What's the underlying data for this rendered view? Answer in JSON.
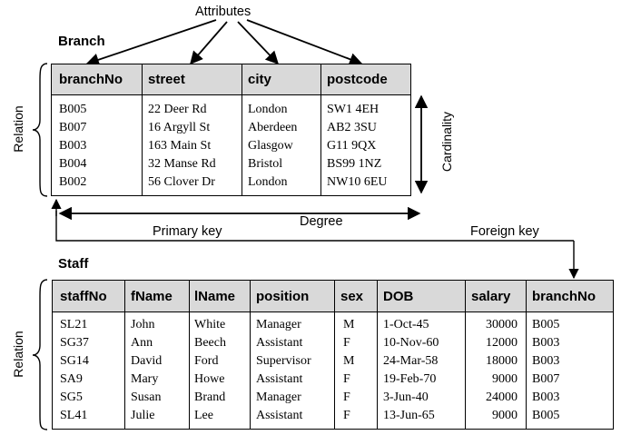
{
  "annotations": {
    "attributes": "Attributes",
    "relation": "Relation",
    "cardinality": "Cardinality",
    "degree": "Degree",
    "primary_key": "Primary key",
    "foreign_key": "Foreign key"
  },
  "branch": {
    "title": "Branch",
    "headers": [
      "branchNo",
      "street",
      "city",
      "postcode"
    ],
    "rows": [
      [
        "B005",
        "22 Deer Rd",
        "London",
        "SW1 4EH"
      ],
      [
        "B007",
        "16 Argyll St",
        "Aberdeen",
        "AB2 3SU"
      ],
      [
        "B003",
        "163 Main St",
        "Glasgow",
        "G11 9QX"
      ],
      [
        "B004",
        "32 Manse Rd",
        "Bristol",
        "BS99 1NZ"
      ],
      [
        "B002",
        "56 Clover Dr",
        "London",
        "NW10 6EU"
      ]
    ]
  },
  "staff": {
    "title": "Staff",
    "headers": [
      "staffNo",
      "fName",
      "lName",
      "position",
      "sex",
      "DOB",
      "salary",
      "branchNo"
    ],
    "rows": [
      [
        "SL21",
        "John",
        "White",
        "Manager",
        "M",
        "1-Oct-45",
        "30000",
        "B005"
      ],
      [
        "SG37",
        "Ann",
        "Beech",
        "Assistant",
        "F",
        "10-Nov-60",
        "12000",
        "B003"
      ],
      [
        "SG14",
        "David",
        "Ford",
        "Supervisor",
        "M",
        "24-Mar-58",
        "18000",
        "B003"
      ],
      [
        "SA9",
        "Mary",
        "Howe",
        "Assistant",
        "F",
        "19-Feb-70",
        "9000",
        "B007"
      ],
      [
        "SG5",
        "Susan",
        "Brand",
        "Manager",
        "F",
        "3-Jun-40",
        "24000",
        "B003"
      ],
      [
        "SL41",
        "Julie",
        "Lee",
        "Assistant",
        "F",
        "13-Jun-65",
        "9000",
        "B005"
      ]
    ]
  }
}
